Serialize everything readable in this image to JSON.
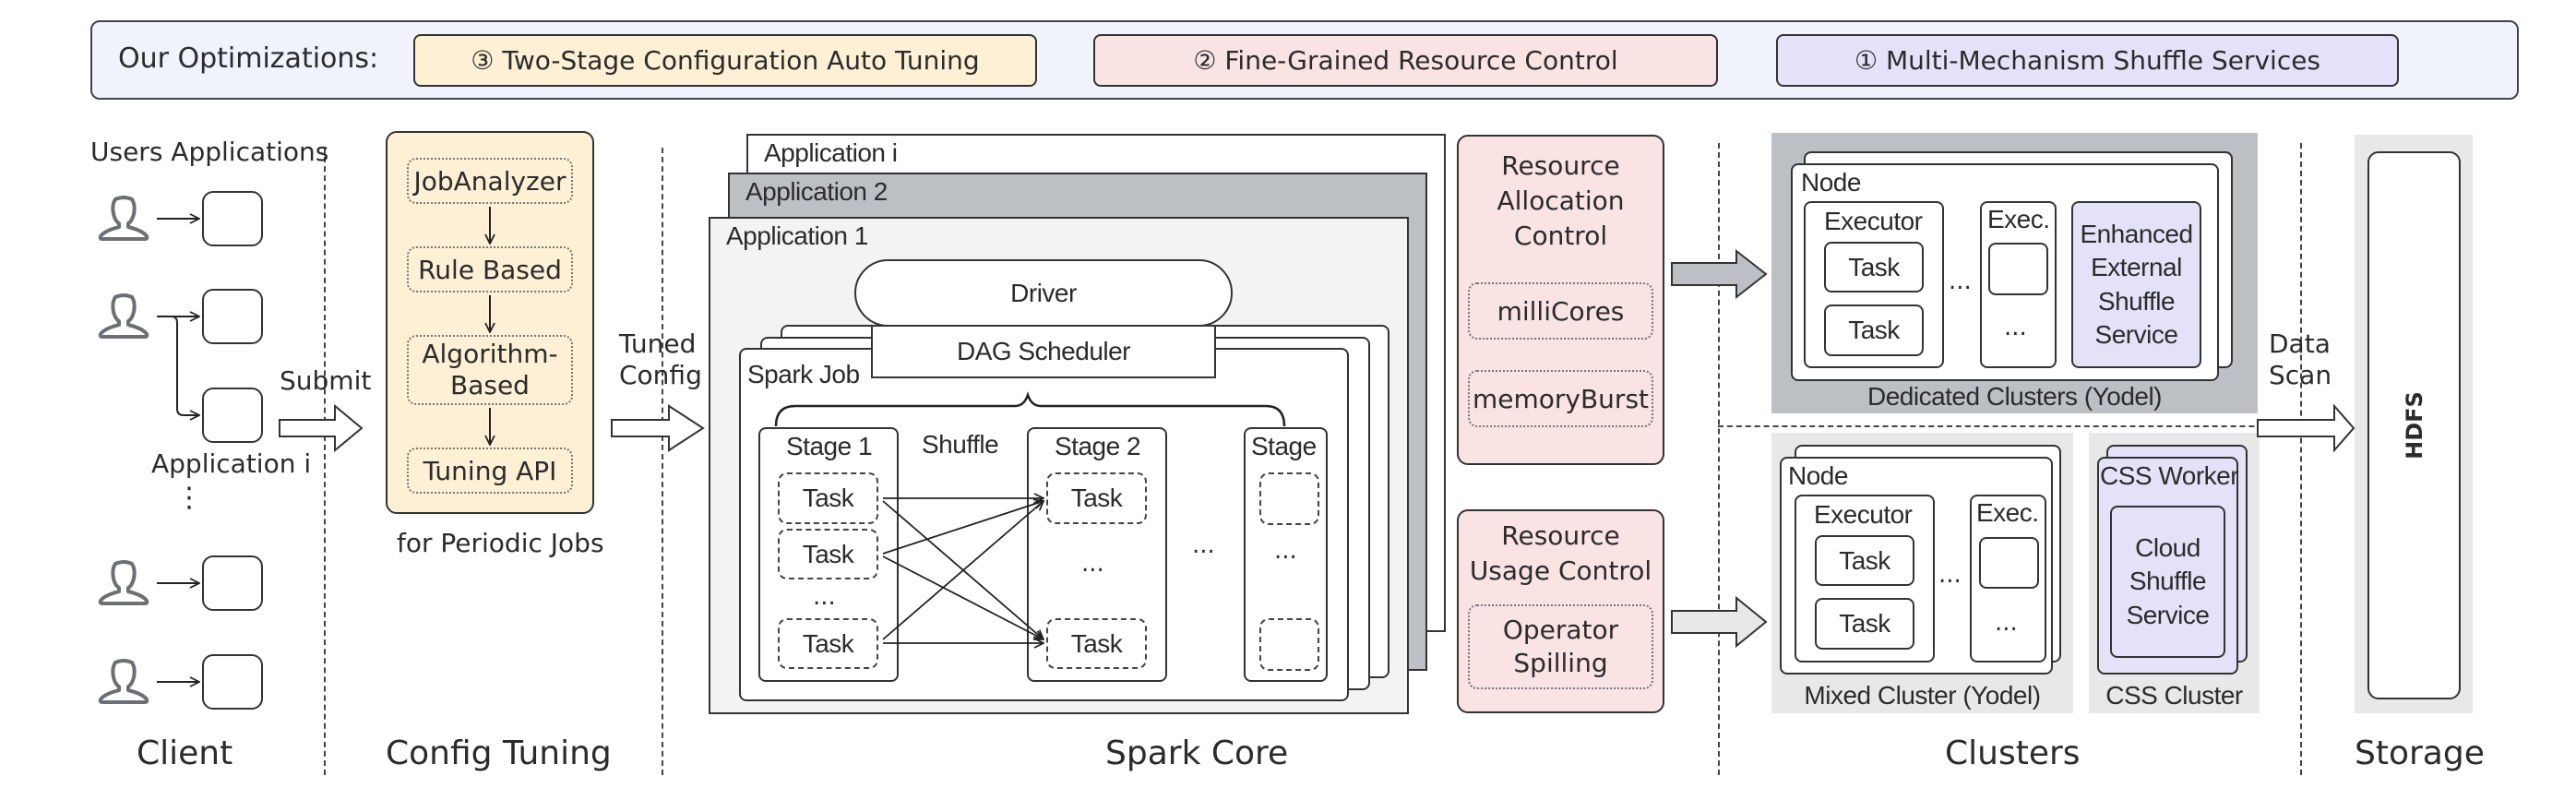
{
  "banner": {
    "label": "Our Optimizations:",
    "items": [
      {
        "text": "③ Two-Stage Configuration Auto Tuning",
        "color": "#fdf0d5"
      },
      {
        "text": "② Fine-Grained Resource Control",
        "color": "#f9e3e3"
      },
      {
        "text": "① Multi-Mechanism Shuffle Services",
        "color": "#e4e2f8"
      }
    ],
    "background": "#f0f3fb"
  },
  "client": {
    "title": "Users Applications",
    "app_i_label": "Application i",
    "ellipsis": "⋮",
    "section_label": "Client",
    "submit_label": "Submit"
  },
  "config_tuning": {
    "steps": [
      "JobAnalyzer",
      "Rule Based",
      "Algorithm-\nBased",
      "Tuning API"
    ],
    "caption": "for Periodic Jobs",
    "section_label": "Config Tuning",
    "tuned_config_label": "Tuned\nConfig",
    "color": "#fdf0d5"
  },
  "spark_core": {
    "applications": [
      "Application i",
      "Application 2",
      "Application 1"
    ],
    "driver": "Driver",
    "dag_scheduler": "DAG Scheduler",
    "spark_job": "Spark Job",
    "shuffle": "Shuffle",
    "stages": [
      {
        "label": "Stage 1",
        "tasks": [
          "Task",
          "Task",
          "Task"
        ],
        "ellipsis": "..."
      },
      {
        "label": "Stage 2",
        "tasks": [
          "Task",
          "Task"
        ],
        "ellipsis": "..."
      },
      {
        "label": "Stage",
        "tasks": [
          "",
          ""
        ],
        "ellipsis": "..."
      }
    ],
    "between_stages": "...",
    "section_label": "Spark Core"
  },
  "resource_control": {
    "allocation": {
      "title": "Resource\nAllocation\nControl",
      "items": [
        "milliCores",
        "memoryBurst"
      ]
    },
    "usage": {
      "title": "Resource\nUsage Control",
      "items": [
        "Operator\nSpilling"
      ]
    },
    "color": "#f9e3e3"
  },
  "clusters": {
    "dedicated": {
      "label": "Dedicated Clusters (Yodel)",
      "node": "Node",
      "executor": "Executor",
      "tasks": [
        "Task",
        "Task"
      ],
      "exec": "Exec.",
      "ellipsis": "...",
      "shuffle_service": "Enhanced\nExternal\nShuffle\nService",
      "color": "#bcbfc3"
    },
    "mixed": {
      "label": "Mixed Cluster (Yodel)",
      "node": "Node",
      "executor": "Executor",
      "tasks": [
        "Task",
        "Task"
      ],
      "exec": "Exec.",
      "ellipsis": "...",
      "color": "#e8e8e8"
    },
    "css": {
      "label": "CSS Cluster",
      "worker": "CSS Worker",
      "service": "Cloud\nShuffle\nService",
      "color": "#e8e8e8"
    },
    "section_label": "Clusters",
    "data_scan_label": "Data\nScan"
  },
  "storage": {
    "hdfs": "HDFS",
    "section_label": "Storage",
    "color": "#e8e8e8"
  },
  "colors": {
    "purple": "#e4e2f8",
    "app2_gray": "#bcbfc3",
    "app1_bg": "#f3f3f3"
  }
}
